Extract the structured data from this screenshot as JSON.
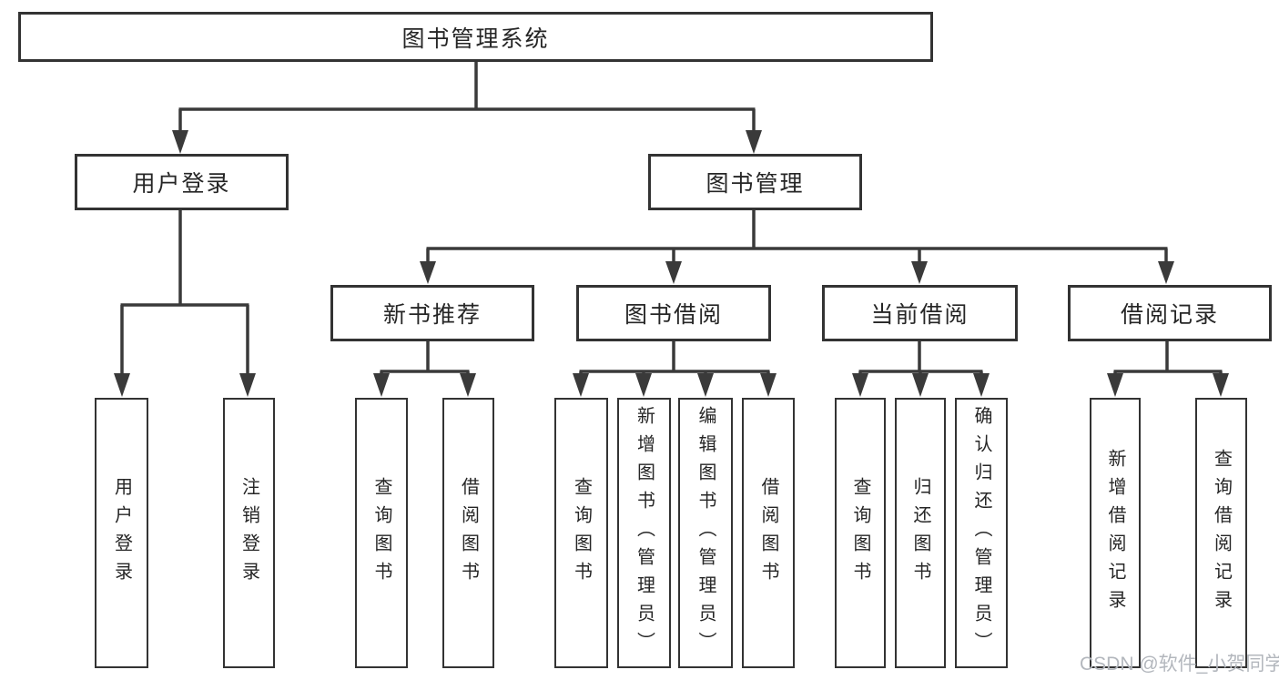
{
  "diagram_title": "图书管理系统",
  "tree": {
    "label": "图书管理系统",
    "children": [
      {
        "label": "用户登录",
        "children": [
          {
            "label": "用户登录"
          },
          {
            "label": "注销登录"
          }
        ]
      },
      {
        "label": "图书管理",
        "children": [
          {
            "label": "新书推荐",
            "children": [
              {
                "label": "查询图书"
              },
              {
                "label": "借阅图书"
              }
            ]
          },
          {
            "label": "图书借阅",
            "children": [
              {
                "label": "查询图书"
              },
              {
                "label": "新增图书（管理员）"
              },
              {
                "label": "编辑图书（管理员）"
              },
              {
                "label": "借阅图书"
              }
            ]
          },
          {
            "label": "当前借阅",
            "children": [
              {
                "label": "查询图书"
              },
              {
                "label": "归还图书"
              },
              {
                "label": "确认归还（管理员）"
              }
            ]
          },
          {
            "label": "借阅记录",
            "children": [
              {
                "label": "新增借阅记录"
              },
              {
                "label": "查询借阅记录"
              }
            ]
          }
        ]
      }
    ]
  },
  "watermark": {
    "text": "CSDN @软件_小贺同学"
  },
  "colors": {
    "line": "#3a3a3a",
    "box_border": "#333333",
    "text": "#262626",
    "background": "#ffffff",
    "watermark": "#b3b7bd"
  }
}
